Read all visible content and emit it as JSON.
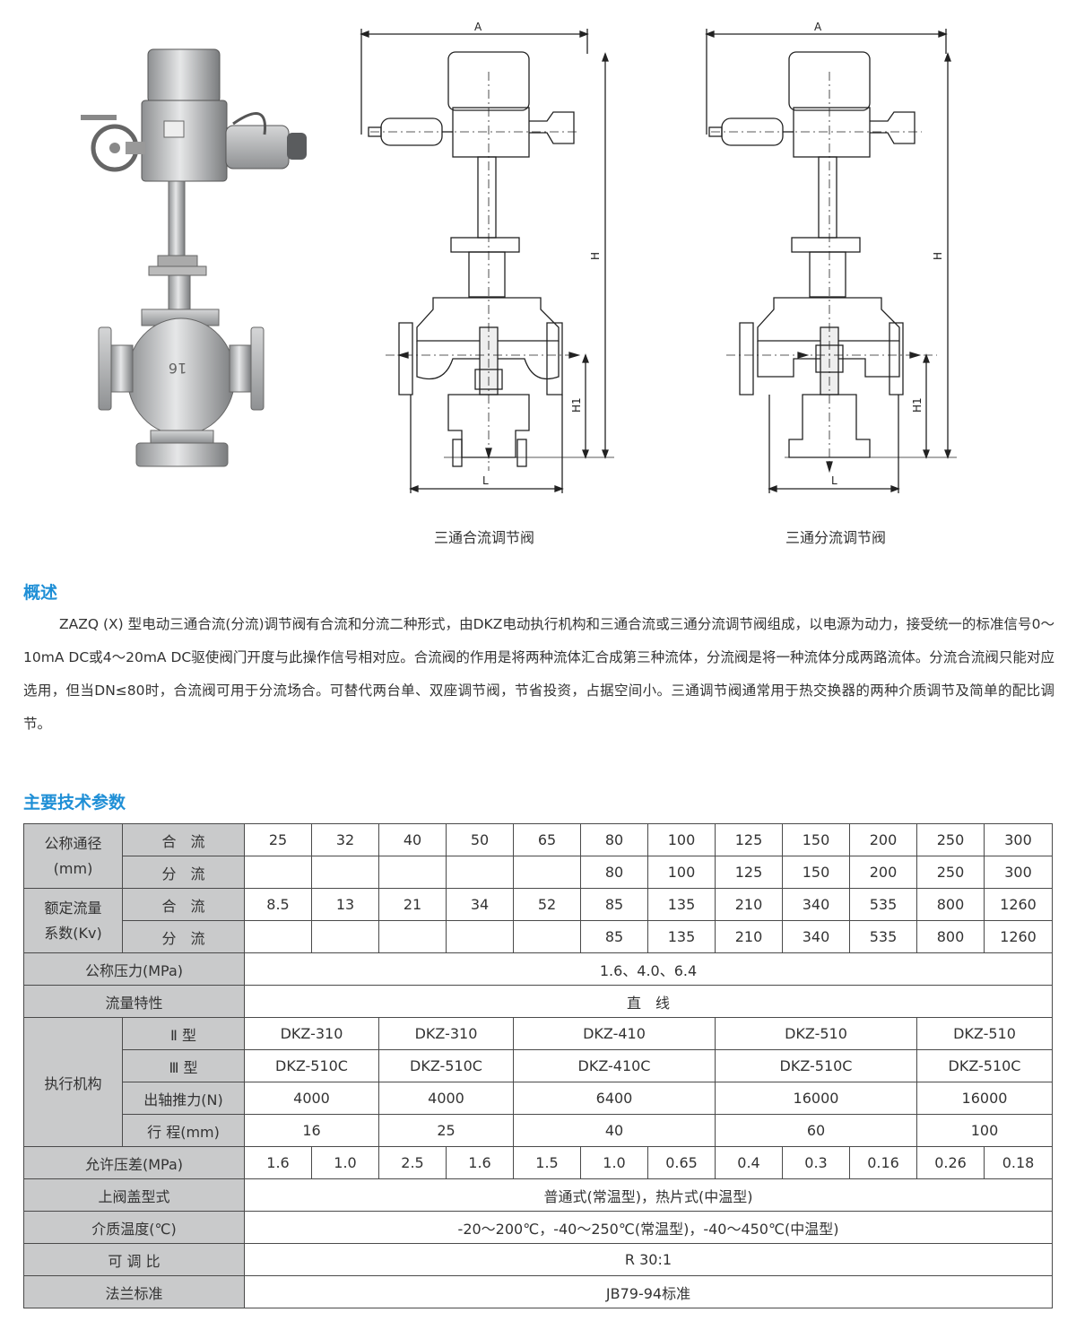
{
  "figures": {
    "merge_caption": "三通合流调节阀",
    "split_caption": "三通分流调节阀",
    "dim_labels": {
      "a": "A",
      "h": "H",
      "h1": "H1",
      "l": "L"
    },
    "photo_marking": "16"
  },
  "overview": {
    "title": "概述",
    "text": "ZAZQ (X) 型电动三通合流(分流)调节阀有合流和分流二种形式，由DKZ电动执行机构和三通合流或三通分流调节阀组成，以电源为动力，接受统一的标准信号0～10mA DC或4～20mA DC驱使阀门开度与此操作信号相对应。合流阀的作用是将两种流体汇合成第三种流体，分流阀是将一种流体分成两路流体。分流合流阀只能对应选用，但当DN≤80时，合流阀可用于分流场合。可替代两台单、双座调节阀，节省投资，占据空间小。三通调节阀通常用于热交换器的两种介质调节及简单的配比调节。"
  },
  "params": {
    "title": "主要技术参数",
    "nominal_diameter": {
      "label": "公称通径\n(mm)",
      "merge_label": "合　流",
      "split_label": "分　流",
      "merge": [
        "25",
        "32",
        "40",
        "50",
        "65",
        "80",
        "100",
        "125",
        "150",
        "200",
        "250",
        "300"
      ],
      "split": [
        "",
        "",
        "",
        "",
        "",
        "80",
        "100",
        "125",
        "150",
        "200",
        "250",
        "300"
      ]
    },
    "kv": {
      "label": "额定流量\n系数(Kv)",
      "merge_label": "合　流",
      "split_label": "分　流",
      "merge": [
        "8.5",
        "13",
        "21",
        "34",
        "52",
        "85",
        "135",
        "210",
        "340",
        "535",
        "800",
        "1260"
      ],
      "split": [
        "",
        "",
        "",
        "",
        "",
        "85",
        "135",
        "210",
        "340",
        "535",
        "800",
        "1260"
      ]
    },
    "nominal_pressure": {
      "label": "公称压力(MPa)",
      "value": "1.6、4.0、6.4"
    },
    "flow_char": {
      "label": "流量特性",
      "value": "直　线"
    },
    "actuator": {
      "label": "执行机构",
      "type2_label": "Ⅱ 型",
      "type3_label": "Ⅲ 型",
      "thrust_label": "出轴推力(N)",
      "stroke_label": "行 程(mm)",
      "type2": [
        "DKZ-310",
        "DKZ-310",
        "DKZ-410",
        "DKZ-510",
        "DKZ-510"
      ],
      "type3": [
        "DKZ-510C",
        "DKZ-510C",
        "DKZ-410C",
        "DKZ-510C",
        "DKZ-510C"
      ],
      "thrust": [
        "4000",
        "4000",
        "6400",
        "16000",
        "16000"
      ],
      "stroke": [
        "16",
        "25",
        "40",
        "60",
        "100"
      ]
    },
    "allowed_dp": {
      "label": "允许压差(MPa)",
      "values": [
        "1.6",
        "1.0",
        "2.5",
        "1.6",
        "1.5",
        "1.0",
        "0.65",
        "0.4",
        "0.3",
        "0.16",
        "0.26",
        "0.18"
      ]
    },
    "bonnet": {
      "label": "上阀盖型式",
      "value": "普通式(常温型)，热片式(中温型)"
    },
    "medium_temp": {
      "label": "介质温度(℃)",
      "value": "-20～200℃，-40～250℃(常温型)，-40～450℃(中温型)"
    },
    "rangeability": {
      "label": "可 调 比",
      "value": "R 30:1"
    },
    "flange": {
      "label": "法兰标准",
      "value": "JB79-94标准"
    }
  }
}
